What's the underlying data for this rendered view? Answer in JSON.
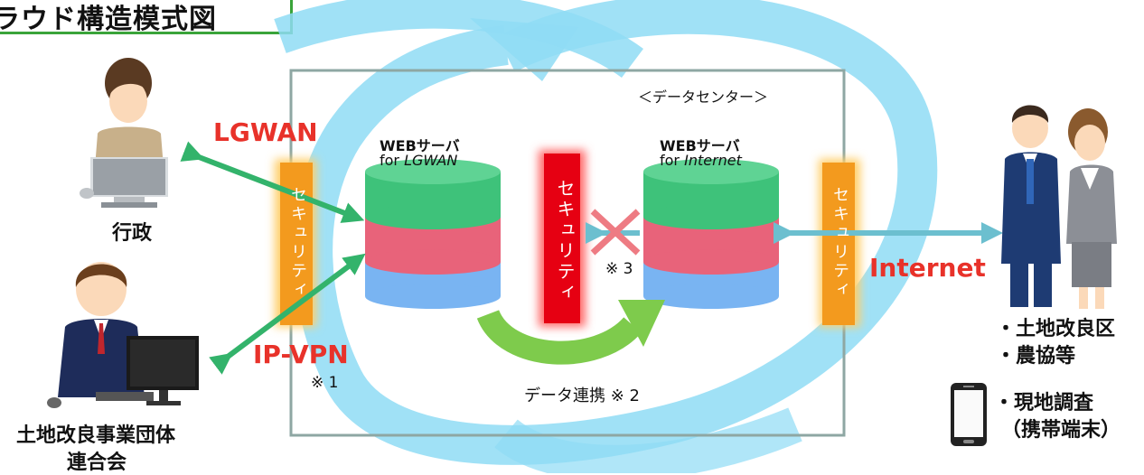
{
  "title": "ラウド構造模式図",
  "datacenter_label": "＜データセンター＞",
  "servers": {
    "lgwan": {
      "line1": "WEBサーバ",
      "line2_prefix": "for ",
      "line2_italic": "LGWAN"
    },
    "internet": {
      "line1": "WEBサーバ",
      "line2_prefix": "for ",
      "line2_italic": "Internet"
    }
  },
  "security_label": "セキュリティ",
  "network_labels": {
    "lgwan": "LGWAN",
    "ipvpn": "IP-VPN",
    "internet": "Internet"
  },
  "notes": {
    "note1": "※ 1",
    "note3": "※ 3",
    "data_link": "データ連携 ※ 2"
  },
  "actors": {
    "gyosei": "行政",
    "rengokai_line1": "土地改良事業団体",
    "rengokai_line2": "連合会",
    "users_line1": "・土地改良区",
    "users_line2": "・農協等",
    "field_line1": "・現地調査",
    "field_line2": "（携帯端末）"
  },
  "colors": {
    "title_border": "#3aa43a",
    "loop_arrow": "#8fdcf5",
    "security_orange": "#f39a1e",
    "security_red": "#e60012",
    "db_green": "#3ec27a",
    "db_pink": "#e8637a",
    "db_blue": "#79b4f2",
    "arrow_green": "#33b36b",
    "arrow_teal": "#6cbfcf",
    "label_red": "#e8322a",
    "cross_red": "#ee7b83"
  }
}
